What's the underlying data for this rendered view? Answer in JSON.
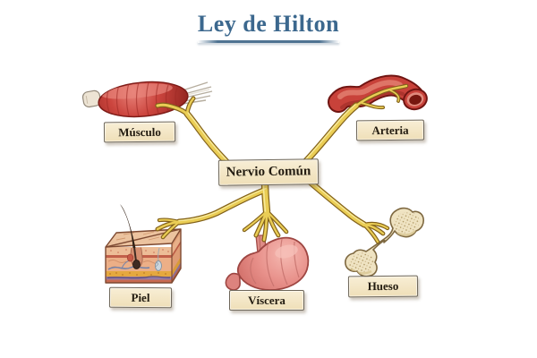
{
  "title": {
    "text": "Ley de Hilton",
    "color": "#3C688E"
  },
  "diagram": {
    "center": {
      "label": "Nervio Común"
    },
    "nodes": [
      {
        "id": "musculo",
        "label": "Músculo"
      },
      {
        "id": "arteria",
        "label": "Arteria"
      },
      {
        "id": "piel",
        "label": "Piel"
      },
      {
        "id": "viscera",
        "label": "Víscera"
      },
      {
        "id": "hueso",
        "label": "Hueso"
      }
    ],
    "colors": {
      "nerve_fill": "#EACD55",
      "nerve_outline": "#82611A",
      "muscle_red": "#C23A34",
      "artery_red": "#C8423A",
      "skin_tone": "#ECAF87",
      "stomach_pink": "#E8918B",
      "bone_cream": "#EFE3C2",
      "label_box_fill": "#F4E9CA",
      "label_box_border": "#6E675A",
      "title_blue": "#3C688E"
    }
  }
}
